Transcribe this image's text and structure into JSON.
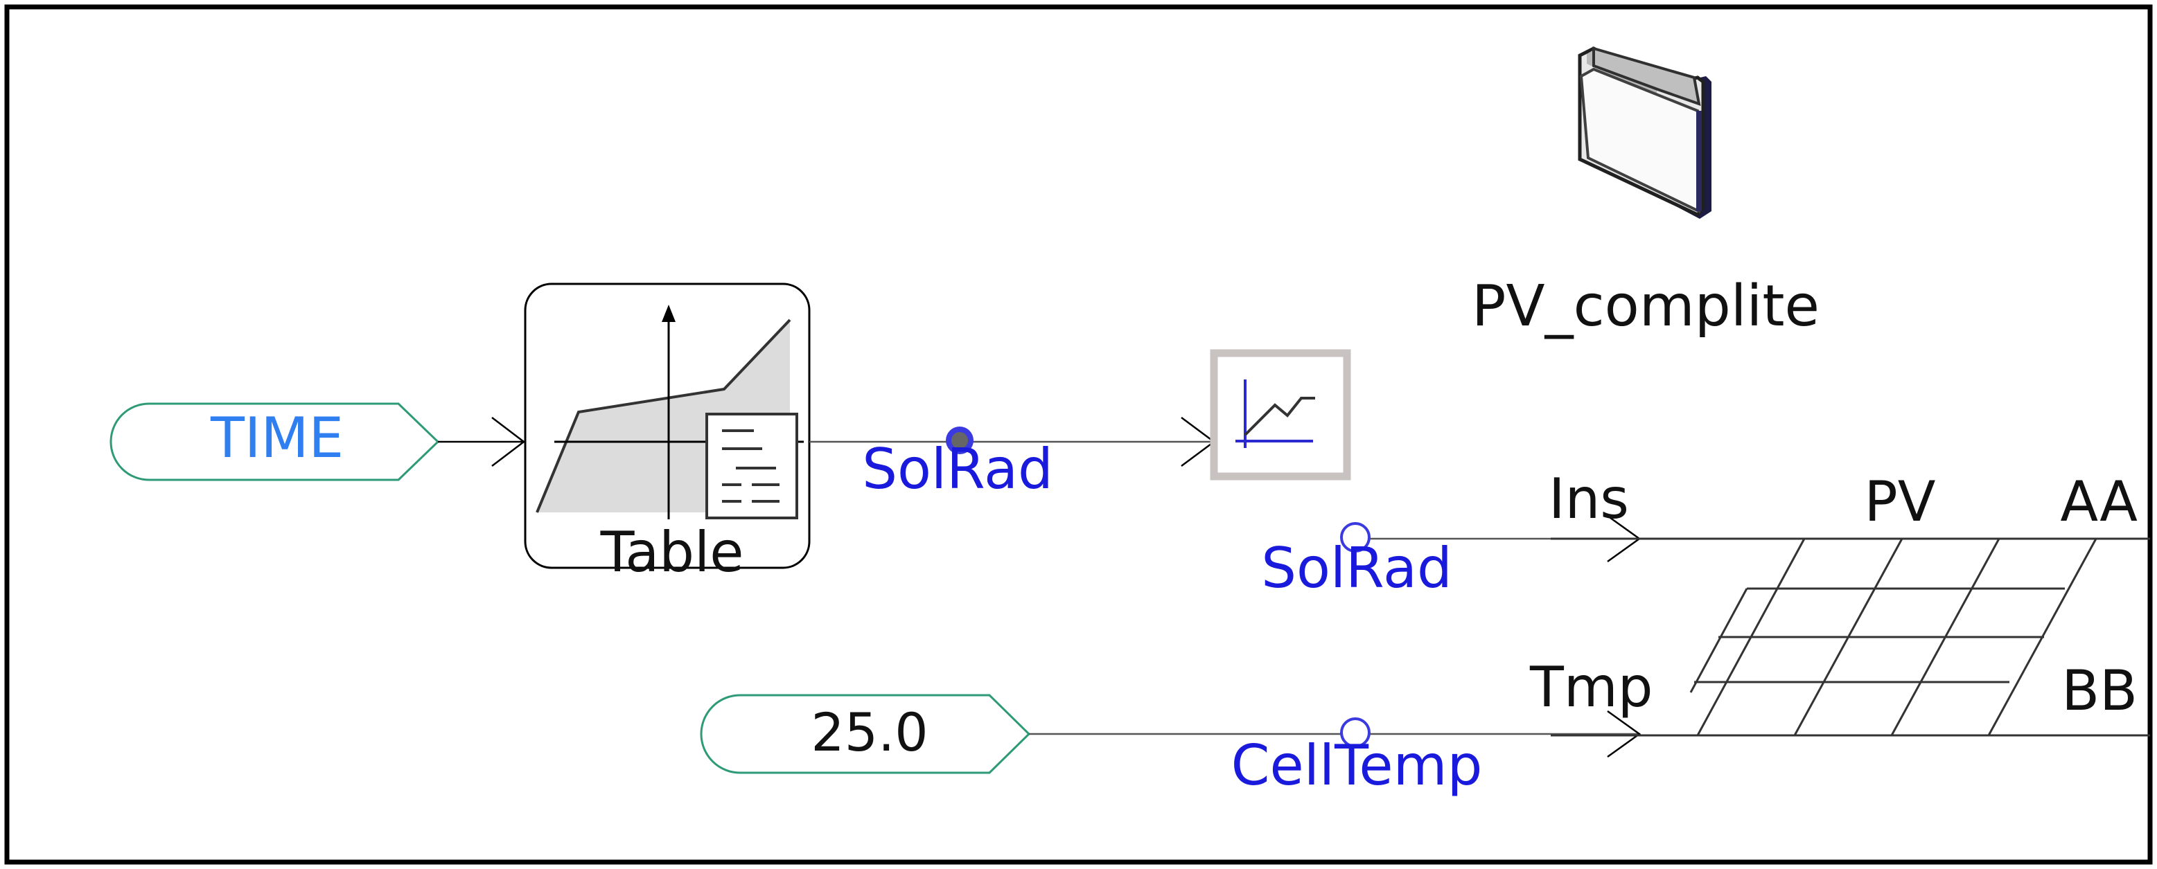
{
  "diagram": {
    "time_block": {
      "label": "TIME"
    },
    "constant_block": {
      "value": "25.0"
    },
    "table_block": {
      "label": "Table",
      "icon": "lookup-table-icon"
    },
    "graph_block": {
      "icon": "graph-icon"
    },
    "module": {
      "label": "PV_complite",
      "icon": "folder-icon"
    },
    "signals": {
      "solrad_top": "SolRad",
      "solrad_bottom": "SolRad",
      "celltemp": "CellTemp"
    },
    "pv_block": {
      "title": "PV",
      "inputs": [
        "Ins",
        "Tmp"
      ],
      "outputs": [
        "AA",
        "BB"
      ]
    },
    "colors": {
      "signal_text": "#1a1adc",
      "time_text": "#2f7ff0",
      "source_outline": "#2e9a78",
      "graph_frame": "#c8c2c0",
      "graph_line": "#2a2ad0",
      "table_fill": "#dcdcdc"
    }
  }
}
